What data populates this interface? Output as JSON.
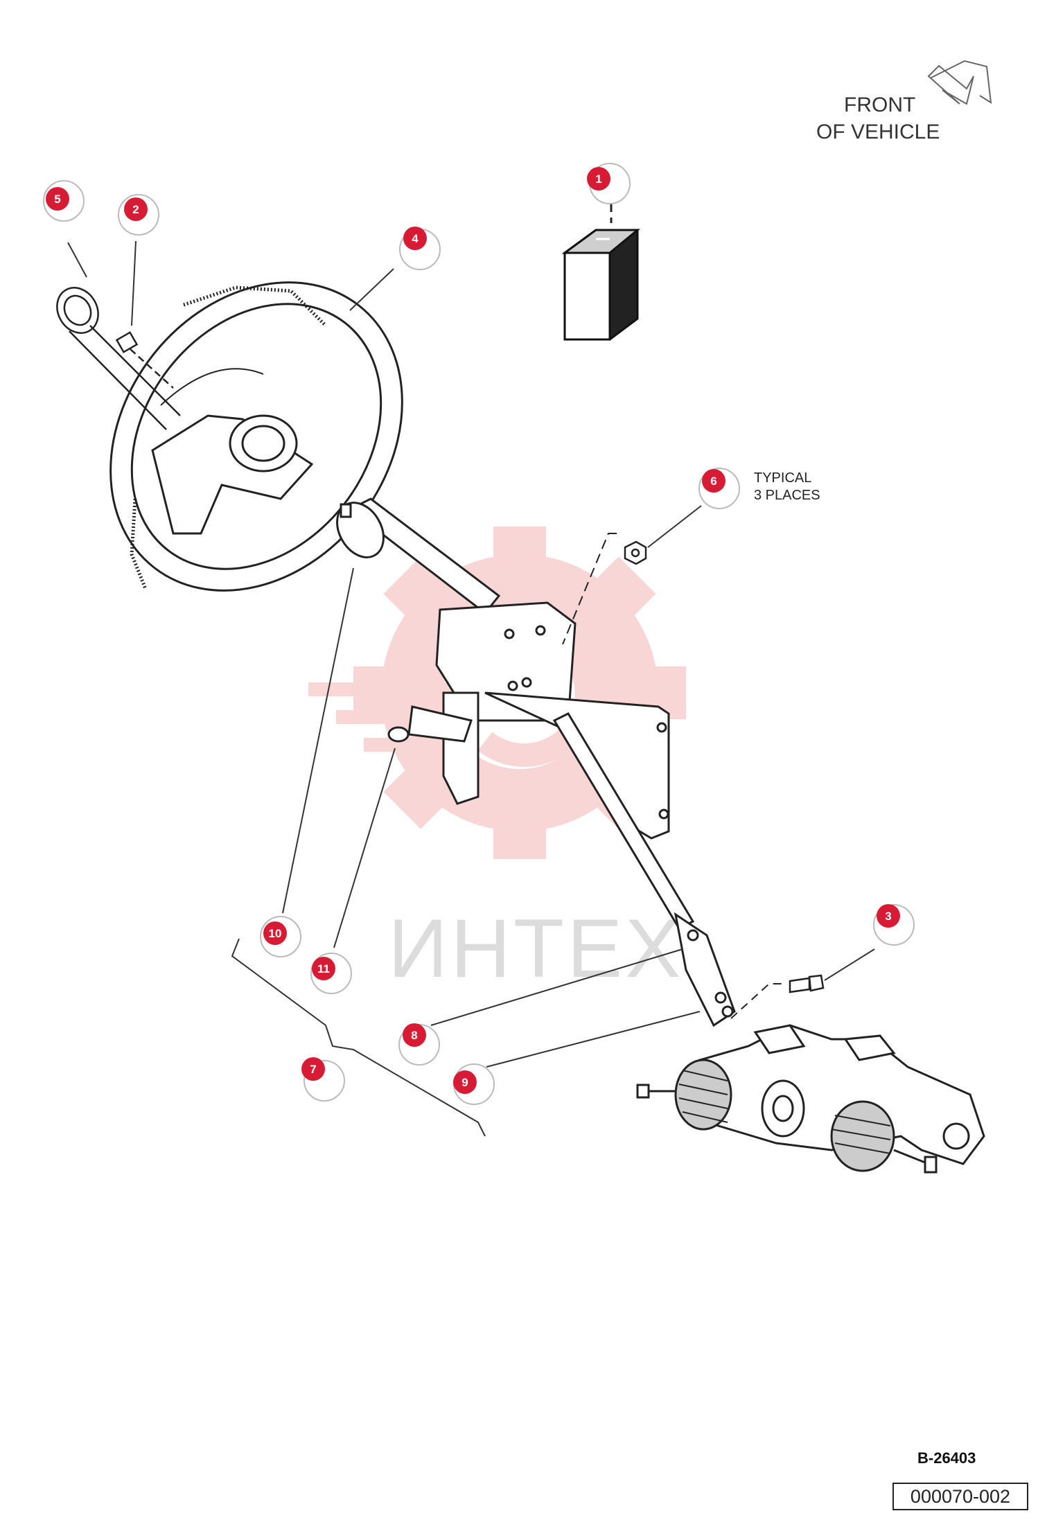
{
  "labels": {
    "front_line1": "FRONT",
    "front_line2": "OF VEHICLE",
    "typical_line1": "TYPICAL",
    "typical_line2": "3 PLACES",
    "ref_code": "B-26403",
    "part_number": "000070-002",
    "watermark": "ИНТЕХ"
  },
  "callouts": [
    {
      "num": "1"
    },
    {
      "num": "2"
    },
    {
      "num": "3"
    },
    {
      "num": "4"
    },
    {
      "num": "5"
    },
    {
      "num": "6"
    },
    {
      "num": "7"
    },
    {
      "num": "8"
    },
    {
      "num": "9"
    },
    {
      "num": "10"
    },
    {
      "num": "11"
    }
  ],
  "colors": {
    "callout_red": "#d81b35",
    "line": "#333333",
    "watermark_red": "#f7c9c9",
    "watermark_gray": "#dcdcdc"
  },
  "icons": {
    "direction": "front-arrow-icon",
    "logo": "gear-logo-icon"
  }
}
